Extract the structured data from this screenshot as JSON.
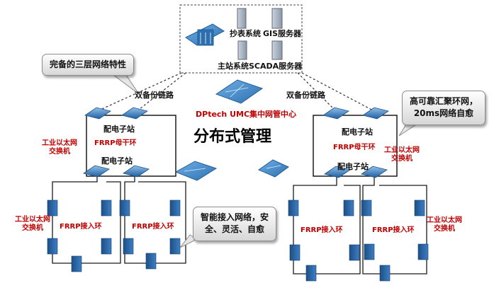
{
  "servers": {
    "meter": "抄表系统",
    "gis": "GIS服务器",
    "master": "主站系统",
    "scada": "SCADA服务器"
  },
  "links": {
    "left": "双备份链路",
    "right": "双备份链路"
  },
  "center": {
    "umc": "DPtech UMC集中网管中心",
    "title": "分布式管理"
  },
  "substations": {
    "left_top": "配电子站",
    "left_bottom": "配电子站",
    "right_top": "配电子站",
    "right_bottom": "配电子站"
  },
  "rings": {
    "left_trunk": "FRRP母干环",
    "right_trunk": "FRRP母干环",
    "access_1": "FRRP接入环",
    "access_2": "FRRP接入环",
    "access_3": "FRRP接入环",
    "access_4": "FRRP接入环"
  },
  "switch_labels": {
    "left_top": "工业以太网交换机",
    "left_bottom": "工业以太网交换机",
    "right_top": "工业以太网交换机",
    "right_bottom": "工业以太网交换机"
  },
  "callouts": {
    "three_layer": "完备的三层网络特性",
    "ha_line1": "高可靠汇聚环网，",
    "ha_line2": "20ms网络自愈",
    "smart_line1": "智能接入网络，安",
    "smart_line2": "全、灵活、自愈"
  },
  "colors": {
    "label_red": "#c00000",
    "switch_blue": "#2f6fb0",
    "device_blue": "#1f5f9e",
    "line": "#1a1a1a"
  }
}
